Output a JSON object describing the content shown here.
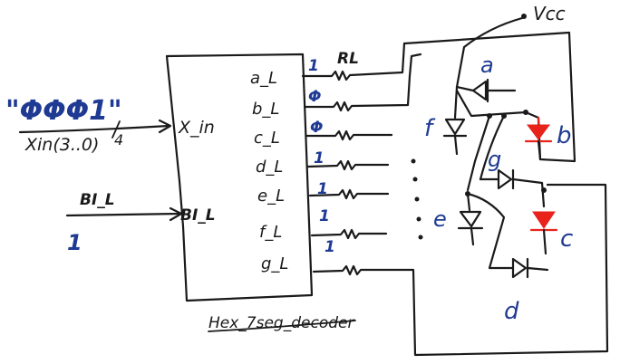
{
  "inputs": {
    "value": "\"ΦΦΦ1\"",
    "bus_name": "Xin(3..0)",
    "bus_width": "4",
    "bi_name": "BI_L",
    "bi_value": "1"
  },
  "decoder": {
    "label": "Hex_7seg_decoder",
    "in_x": "X_in",
    "in_bi": "BI_L",
    "outputs": [
      {
        "name": "a_L",
        "value": "1"
      },
      {
        "name": "b_L",
        "value": "Φ"
      },
      {
        "name": "c_L",
        "value": "Φ"
      },
      {
        "name": "d_L",
        "value": "1"
      },
      {
        "name": "e_L",
        "value": "1"
      },
      {
        "name": "f_L",
        "value": "1"
      },
      {
        "name": "g_L",
        "value": "1"
      }
    ]
  },
  "resistor_label": "RL",
  "supply": "Vcc",
  "segments": [
    "a",
    "b",
    "c",
    "d",
    "e",
    "f",
    "g"
  ],
  "colors": {
    "ink": "#1a1a1a",
    "annotation": "#1f3a93",
    "lit_segment": "#e8231c"
  }
}
